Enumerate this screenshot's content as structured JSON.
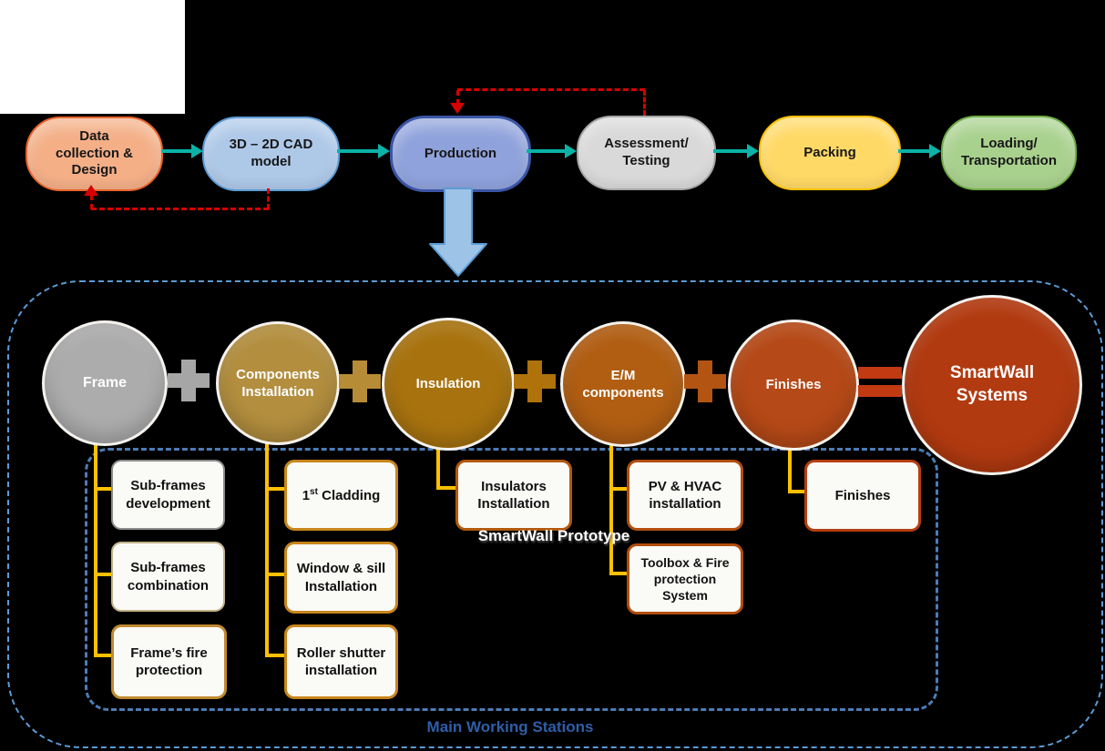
{
  "palette": {
    "background": "#000000",
    "teal_arrow": "#0CB2A8",
    "red_dashed_arrow": "#D80000",
    "yellow_connector": "#FFC000",
    "outer_dashed_border": "#5B9BD5",
    "inner_dashed_border": "#4C7CB5",
    "down_arrow_fill": "#9DC3E6",
    "down_arrow_border": "#5B9BD5"
  },
  "top_flow": {
    "stages": [
      {
        "label": "Data\ncollection &\nDesign",
        "fill": "#F4AF87",
        "border": "#E8632C"
      },
      {
        "label": "3D – 2D CAD\nmodel",
        "fill": "#AEC8E8",
        "border": "#5B9BD5"
      },
      {
        "label": "Production",
        "fill": "#8FA2DB",
        "border": "#3A55A5"
      },
      {
        "label": "Assessment/\nTesting",
        "fill": "#D9D9D9",
        "border": "#A6A6A6"
      },
      {
        "label": "Packing",
        "fill": "#FFD966",
        "border": "#FFC000"
      },
      {
        "label": "Loading/\nTransportation",
        "fill": "#A9D18E",
        "border": "#70AD47"
      }
    ]
  },
  "stations": {
    "circles": [
      {
        "label": "Frame",
        "fill": "#ACACAC"
      },
      {
        "label": "Components\nInstallation",
        "fill": "#B28E3E"
      },
      {
        "label": "Insulation",
        "fill": "#A8730F"
      },
      {
        "label": "E/M\ncomponents",
        "fill": "#B15E13"
      },
      {
        "label": "Finishes",
        "fill": "#B54917"
      }
    ],
    "result_circle": {
      "label": "SmartWall\nSystems",
      "fill": "#B23A10"
    },
    "operators": {
      "plus_colors": [
        "#A6A6A6",
        "#B78C36",
        "#B0720B",
        "#B45413"
      ],
      "equals_color": "#C23A12"
    },
    "columns": [
      {
        "boxes": [
          {
            "label": "Sub-frames\ndevelopment"
          },
          {
            "label": "Sub-frames\ncombination"
          },
          {
            "label": "Frame’s fire\nprotection"
          }
        ]
      },
      {
        "boxes": [
          {
            "label_prefix": "1",
            "label_sup": "st",
            "label_rest": " Cladding"
          },
          {
            "label": "Window & sill\nInstallation"
          },
          {
            "label": "Roller shutter\ninstallation"
          }
        ]
      },
      {
        "boxes": [
          {
            "label": "Insulators\nInstallation"
          }
        ]
      },
      {
        "boxes": [
          {
            "label": "PV & HVAC\ninstallation"
          },
          {
            "label": "Toolbox & Fire\nprotection\nSystem"
          }
        ]
      },
      {
        "boxes": [
          {
            "label": "Finishes"
          }
        ]
      }
    ]
  },
  "labels": {
    "prototype": "SmartWall Prototype",
    "main_working_stations": "Main Working Stations"
  }
}
